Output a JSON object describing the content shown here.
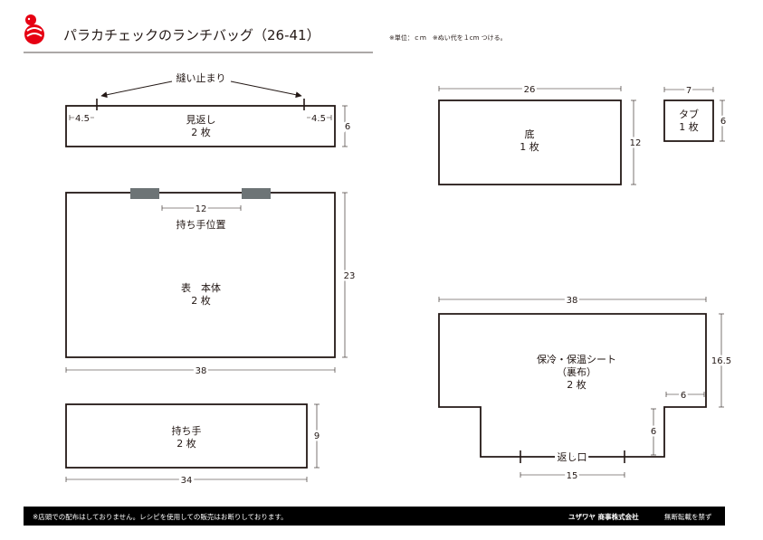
{
  "header": {
    "title": "パラカチェックのランチバッグ（26-41）",
    "unit_note": "※単位：ｃｍ　※ぬい代を１cm つける。"
  },
  "parts": {
    "facing": {
      "label": "見返し",
      "count": "2 枚",
      "stitch_stop": "縫い止まり",
      "left_offset": "4.5",
      "right_offset": "4.5",
      "height": "6"
    },
    "body": {
      "label": "表　本体",
      "count": "2 枚",
      "handle_position": "持ち手位置",
      "handle_gap": "12",
      "height": "23",
      "width": "38"
    },
    "handle": {
      "label": "持ち手",
      "count": "2 枚",
      "height": "9",
      "width": "34"
    },
    "bottom": {
      "label": "底",
      "count": "1 枚",
      "width": "26",
      "height": "12"
    },
    "tab": {
      "label": "タブ",
      "count": "1 枚",
      "width": "7",
      "height": "6"
    },
    "lining": {
      "label": "保冷・保温シート",
      "sub_label": "（裏布）",
      "count": "2 枚",
      "width": "38",
      "height": "16.5",
      "notch_width": "6",
      "notch_height": "6",
      "opening_label": "返し口",
      "opening_width": "15"
    }
  },
  "footer": {
    "notice": "※店頭での配布はしておりません。レシピを使用しての販売はお断りしております。",
    "company": "ユザワヤ 商事株式会社",
    "copyright": "無断転載を禁ず"
  },
  "colors": {
    "ink": "#231815",
    "handle_marker": "#6d7476",
    "logo_red": "#e60012",
    "footer_bg": "#000000"
  }
}
